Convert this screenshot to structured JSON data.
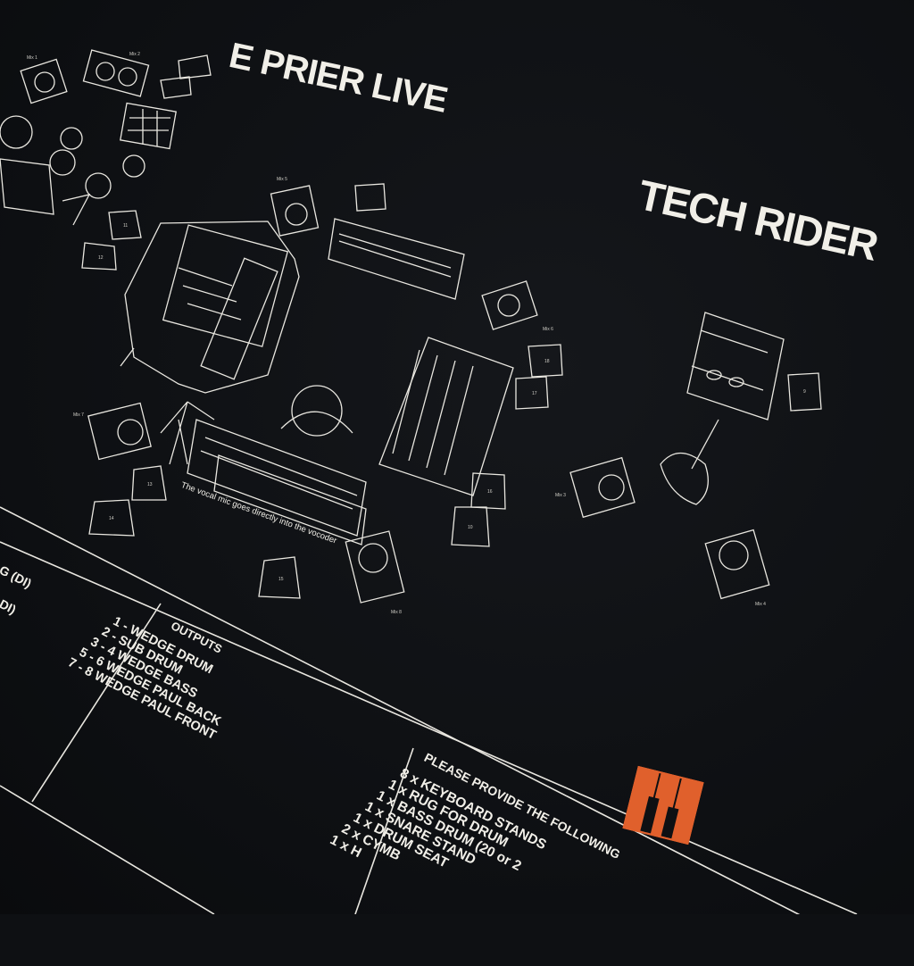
{
  "print": {
    "band_title": "E PRIER LIVE",
    "heading": "TECH RIDER",
    "caption": "The vocal mic goes directly into the vocoder",
    "inputs_partial": [
      "G (DI)",
      "DI)"
    ],
    "outputs": {
      "title": "OUTPUTS",
      "items": [
        "1 - WEDGE DRUM",
        "2 - SUB DRUM",
        "3 - 4 WEDGE BASS",
        "5 - 6 WEDGE PAUL BACK",
        "7 - 8 WEDGE PAUL FRONT"
      ]
    },
    "provide": {
      "title": "PLEASE PROVIDE THE FOLLOWING",
      "items": [
        "8 x KEYBOARD STANDS",
        "1 x RUG FOR DRUM",
        "1 x BASS DRUM (20 or 2",
        "1 x SNARE STAND",
        "1 x DRUM SEAT",
        "2 x CYMB",
        "1 x H"
      ]
    },
    "monitor_labels": [
      "Mix 1",
      "Mix 2",
      "Mix 5",
      "Mix 6",
      "Mix 7",
      "Mix 3",
      "Mix 4",
      "Mix 8"
    ],
    "wedge_numbers": [
      "9",
      "10",
      "11",
      "12",
      "13",
      "14",
      "15",
      "16",
      "17",
      "18"
    ],
    "colors": {
      "shirt": "#0e1013",
      "ink": "#f1efe8",
      "logo": "#e0602c"
    }
  }
}
